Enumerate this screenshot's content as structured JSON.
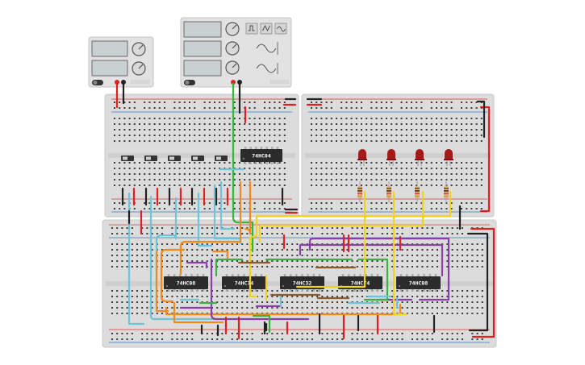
{
  "workspace": {
    "background": "#ffffff"
  },
  "colors": {
    "board": "#dcdcdc",
    "board_edge": "#c8c8c8",
    "hole": "#3a3a3a",
    "rail_red": "#e03232",
    "rail_blue": "#2d7ad6",
    "chip": "#2b2b2b",
    "wire_red": "#e02020",
    "wire_black": "#222222",
    "wire_green": "#3cb043",
    "wire_lightblue": "#6cc4d6",
    "wire_orange": "#f08a1c",
    "wire_yellow": "#f2d21b",
    "wire_purple": "#8a3fa8",
    "wire_brown": "#8b5a2b",
    "led": "#a81818",
    "display": "#c8d0d2",
    "knob": "#d9d9d9"
  },
  "instruments": {
    "power_supply": {
      "name": "power-supply",
      "icons": [
        "display-panel",
        "display-panel",
        "knob",
        "knob",
        "power-switch",
        "terminal-positive",
        "terminal-negative"
      ]
    },
    "function_generator": {
      "name": "function-generator",
      "icons": [
        "display-panel",
        "display-panel",
        "display-panel",
        "knob",
        "knob",
        "knob",
        "square-wave-icon",
        "triangle-wave-icon",
        "sine-wave-icon",
        "power-switch"
      ]
    }
  },
  "chips": {
    "top": [
      {
        "id": "u1",
        "label": "74HC04"
      }
    ],
    "bottom": [
      {
        "id": "u2",
        "label": "74HC08"
      },
      {
        "id": "u3",
        "label": "74HC74"
      },
      {
        "id": "u4",
        "label": "74HC32"
      },
      {
        "id": "u5",
        "label": "74HC74"
      },
      {
        "id": "u6",
        "label": "74HC08"
      }
    ]
  },
  "components": {
    "switch_count": 5,
    "led_count": 4,
    "resistor_count": 4
  }
}
